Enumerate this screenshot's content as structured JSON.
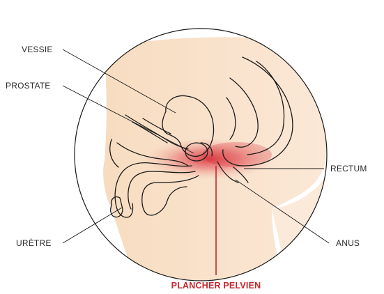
{
  "diagram": {
    "labels": {
      "vessie": "VESSIE",
      "prostate": "PROSTATE",
      "rectum": "RECTUM",
      "uretre": "URÈTRE",
      "anus": "ANUS",
      "plancher_pelvien": "PLANCHER PELVIEN"
    },
    "colors": {
      "skin": "#f7dcc0",
      "skin_light": "#fbe6d3",
      "outline": "#1a1a1a",
      "highlight": "#d9242f",
      "highlight_text": "#c1272d"
    }
  }
}
